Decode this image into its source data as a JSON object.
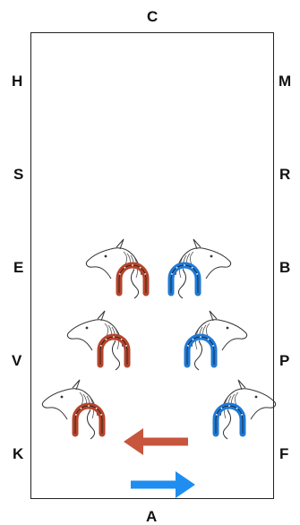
{
  "arena": {
    "letters": {
      "top": "C",
      "bottom": "A",
      "left": [
        "H",
        "S",
        "E",
        "V",
        "K"
      ],
      "right": [
        "M",
        "R",
        "B",
        "P",
        "F"
      ]
    }
  },
  "markers": [
    {
      "side": "left",
      "row": 1,
      "color": "#b5452c",
      "icon": "horse-head-horseshoe-icon"
    },
    {
      "side": "right",
      "row": 1,
      "color": "#1f7ad6",
      "icon": "horse-head-horseshoe-icon"
    },
    {
      "side": "left",
      "row": 2,
      "color": "#b5452c",
      "icon": "horse-head-horseshoe-icon"
    },
    {
      "side": "right",
      "row": 2,
      "color": "#1f7ad6",
      "icon": "horse-head-horseshoe-icon"
    },
    {
      "side": "left",
      "row": 3,
      "color": "#b5452c",
      "icon": "horse-head-horseshoe-icon"
    },
    {
      "side": "right",
      "row": 3,
      "color": "#1f7ad6",
      "icon": "horse-head-horseshoe-icon"
    }
  ],
  "arrows": [
    {
      "direction": "left",
      "color": "#c8553d"
    },
    {
      "direction": "right",
      "color": "#1f8ef0"
    }
  ]
}
